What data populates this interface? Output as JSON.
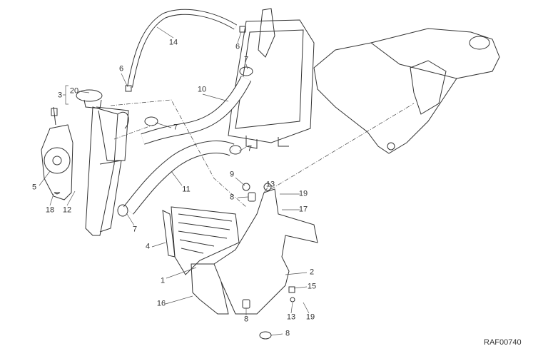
{
  "diagram": {
    "reference_code": "RAF00740",
    "callouts": [
      "14",
      "6",
      "6",
      "7",
      "3",
      "20",
      "10",
      "7",
      "7",
      "5",
      "9",
      "13",
      "19",
      "8",
      "17",
      "11",
      "18",
      "12",
      "7",
      "4",
      "2",
      "1",
      "15",
      "16",
      "13",
      "19",
      "8",
      "8"
    ],
    "line_color": "#333333",
    "leader_color": "#555555"
  }
}
